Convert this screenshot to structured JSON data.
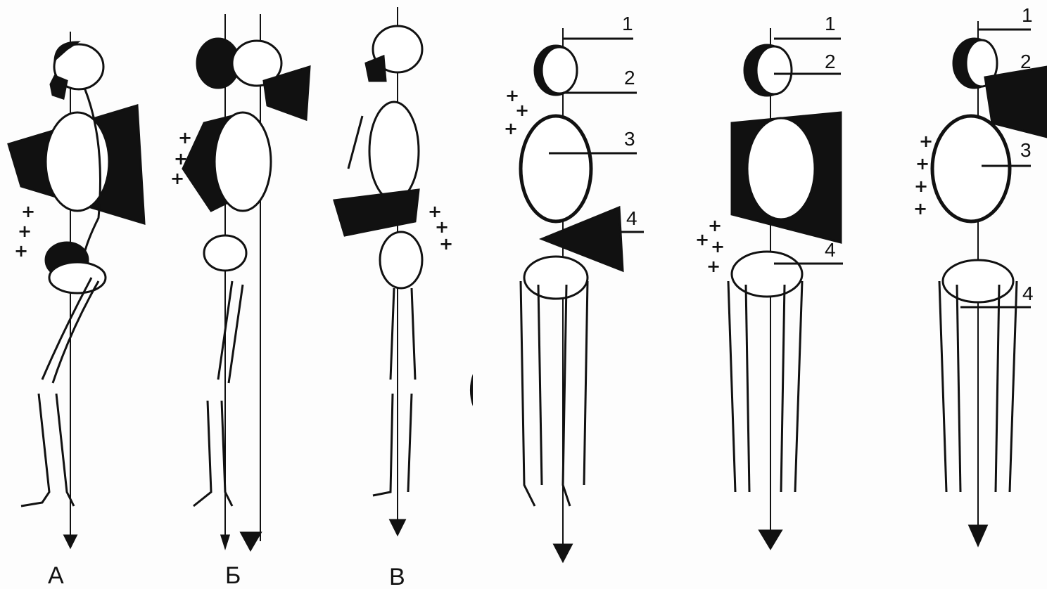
{
  "panel_labels": [
    "А",
    "Б",
    "В"
  ],
  "level_numbers": [
    "1",
    "2",
    "3",
    "4"
  ],
  "plus_sign": "+",
  "colors": {
    "ink": "#111111",
    "paper": "#fdfdfd"
  },
  "icons": [
    "skeleton-figure",
    "gravity-arrow",
    "plus-mark"
  ]
}
